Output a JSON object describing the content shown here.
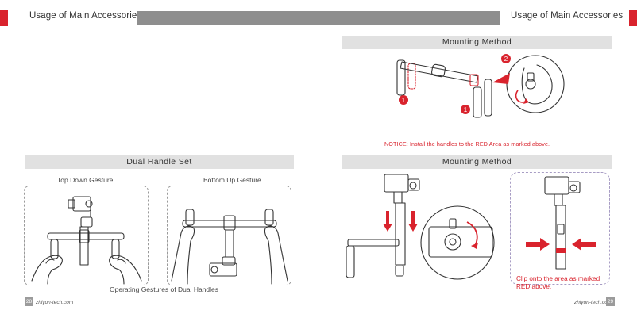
{
  "header": {
    "left_title": "Usage of Main Accessories",
    "right_title": "Usage of Main Accessories"
  },
  "left": {
    "section_title": "Dual Handle Set",
    "gesture_top_down": "Top Down Gesture",
    "gesture_bottom_up": "Bottom Up Gesture",
    "caption": "Operating Gestures of Dual Handles"
  },
  "right": {
    "section1_title": "Mounting Method",
    "notice": "NOTICE: Install the handles to the RED Area as marked above.",
    "section2_title": "Mounting Method",
    "clip_note_line1": "Clip onto the area as marked",
    "clip_note_line2": "RED above.",
    "markers": [
      "1",
      "2",
      "1"
    ]
  },
  "footer": {
    "left_page": "28",
    "left_url": "zhiyun-tech.com",
    "right_url": "zhiyun-tech.com",
    "right_page": "29"
  },
  "colors": {
    "accent_red": "#d9232d",
    "header_bar": "#8e8e8e",
    "section_bar": "#e1e1e1"
  }
}
